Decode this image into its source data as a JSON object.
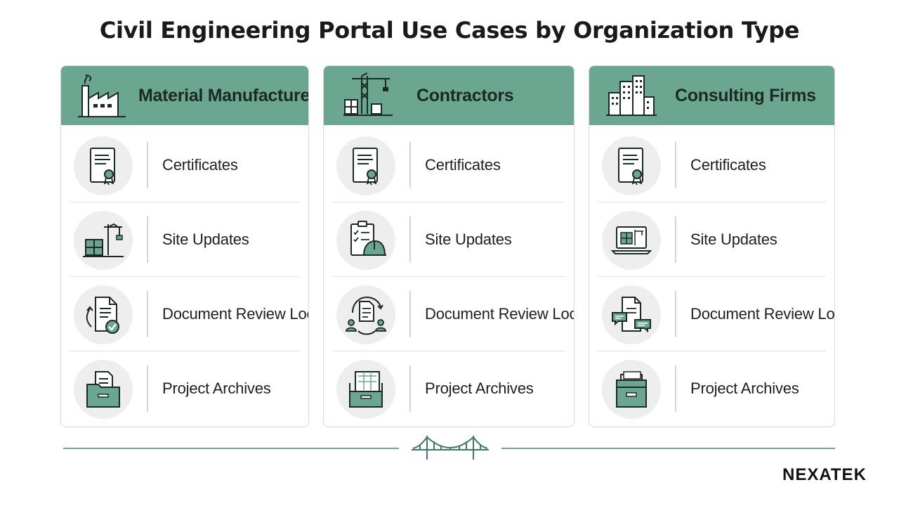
{
  "title": "Civil Engineering Portal Use Cases by Organization Type",
  "colors": {
    "accent": "#6aa690",
    "accent_dark": "#3f7a66",
    "ink": "#1e1e1e"
  },
  "columns": [
    {
      "title": "Material Manufacturers",
      "header_icon": "factory-icon",
      "items": [
        {
          "label": "Certificates",
          "icon": "certificate-icon"
        },
        {
          "label": "Site Updates",
          "icon": "crane-building-icon"
        },
        {
          "label": "Document Review Loops",
          "icon": "document-check-cycle-icon"
        },
        {
          "label": "Project Archives",
          "icon": "archive-folder-icon"
        }
      ]
    },
    {
      "title": "Contractors",
      "header_icon": "crane-construction-icon",
      "items": [
        {
          "label": "Certificates",
          "icon": "certificate-icon"
        },
        {
          "label": "Site Updates",
          "icon": "checklist-hardhat-icon"
        },
        {
          "label": "Document Review Loops",
          "icon": "document-people-cycle-icon"
        },
        {
          "label": "Project Archives",
          "icon": "blueprint-box-icon"
        }
      ]
    },
    {
      "title": "Consulting Firms",
      "header_icon": "office-buildings-icon",
      "items": [
        {
          "label": "Certificates",
          "icon": "certificate-icon"
        },
        {
          "label": "Site Updates",
          "icon": "laptop-site-icon"
        },
        {
          "label": "Document Review Loops",
          "icon": "document-comments-icon"
        },
        {
          "label": "Project Archives",
          "icon": "archive-drawer-icon"
        }
      ]
    }
  ],
  "logo": "NEXATEK"
}
